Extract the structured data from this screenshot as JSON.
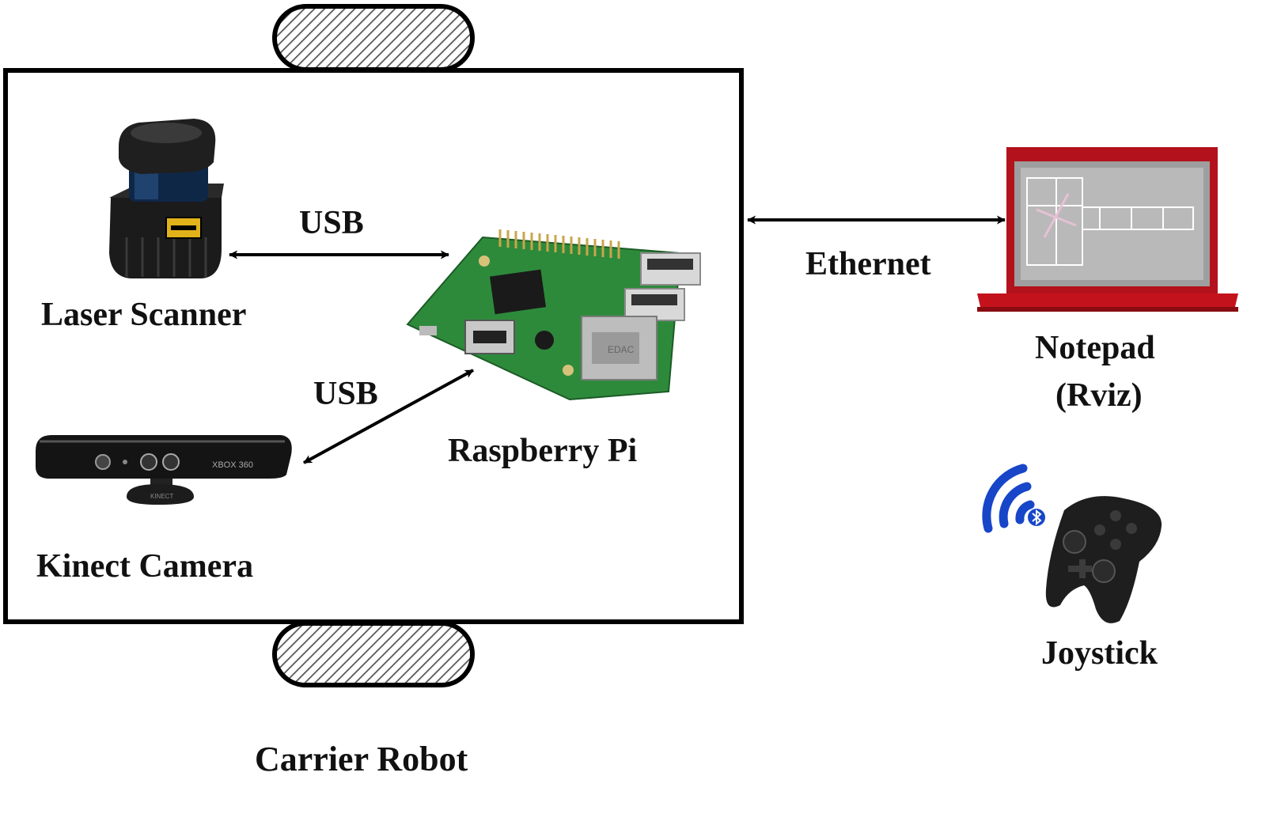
{
  "labels": {
    "laser_scanner": "Laser Scanner",
    "kinect_camera": "Kinect Camera",
    "raspberry_pi": "Raspberry Pi",
    "usb_top": "USB",
    "usb_bottom": "USB",
    "ethernet": "Ethernet",
    "notepad": "Notepad",
    "rviz": "(Rviz)",
    "joystick": "Joystick",
    "carrier_robot": "Carrier Robot"
  },
  "device_text": {
    "kinect_brand": "XBOX 360",
    "kinect_base": "KINECT",
    "pi_ethernet_port": "EDAC"
  },
  "colors": {
    "laptop_red": "#b3121c",
    "wifi_blue": "#1746c9",
    "pi_green": "#2f8a3c",
    "outline": "#000000"
  },
  "icons": [
    "laser-scanner-icon",
    "raspberry-pi-icon",
    "kinect-camera-icon",
    "laptop-icon",
    "wifi-icon",
    "joystick-icon",
    "wheel-icon"
  ]
}
